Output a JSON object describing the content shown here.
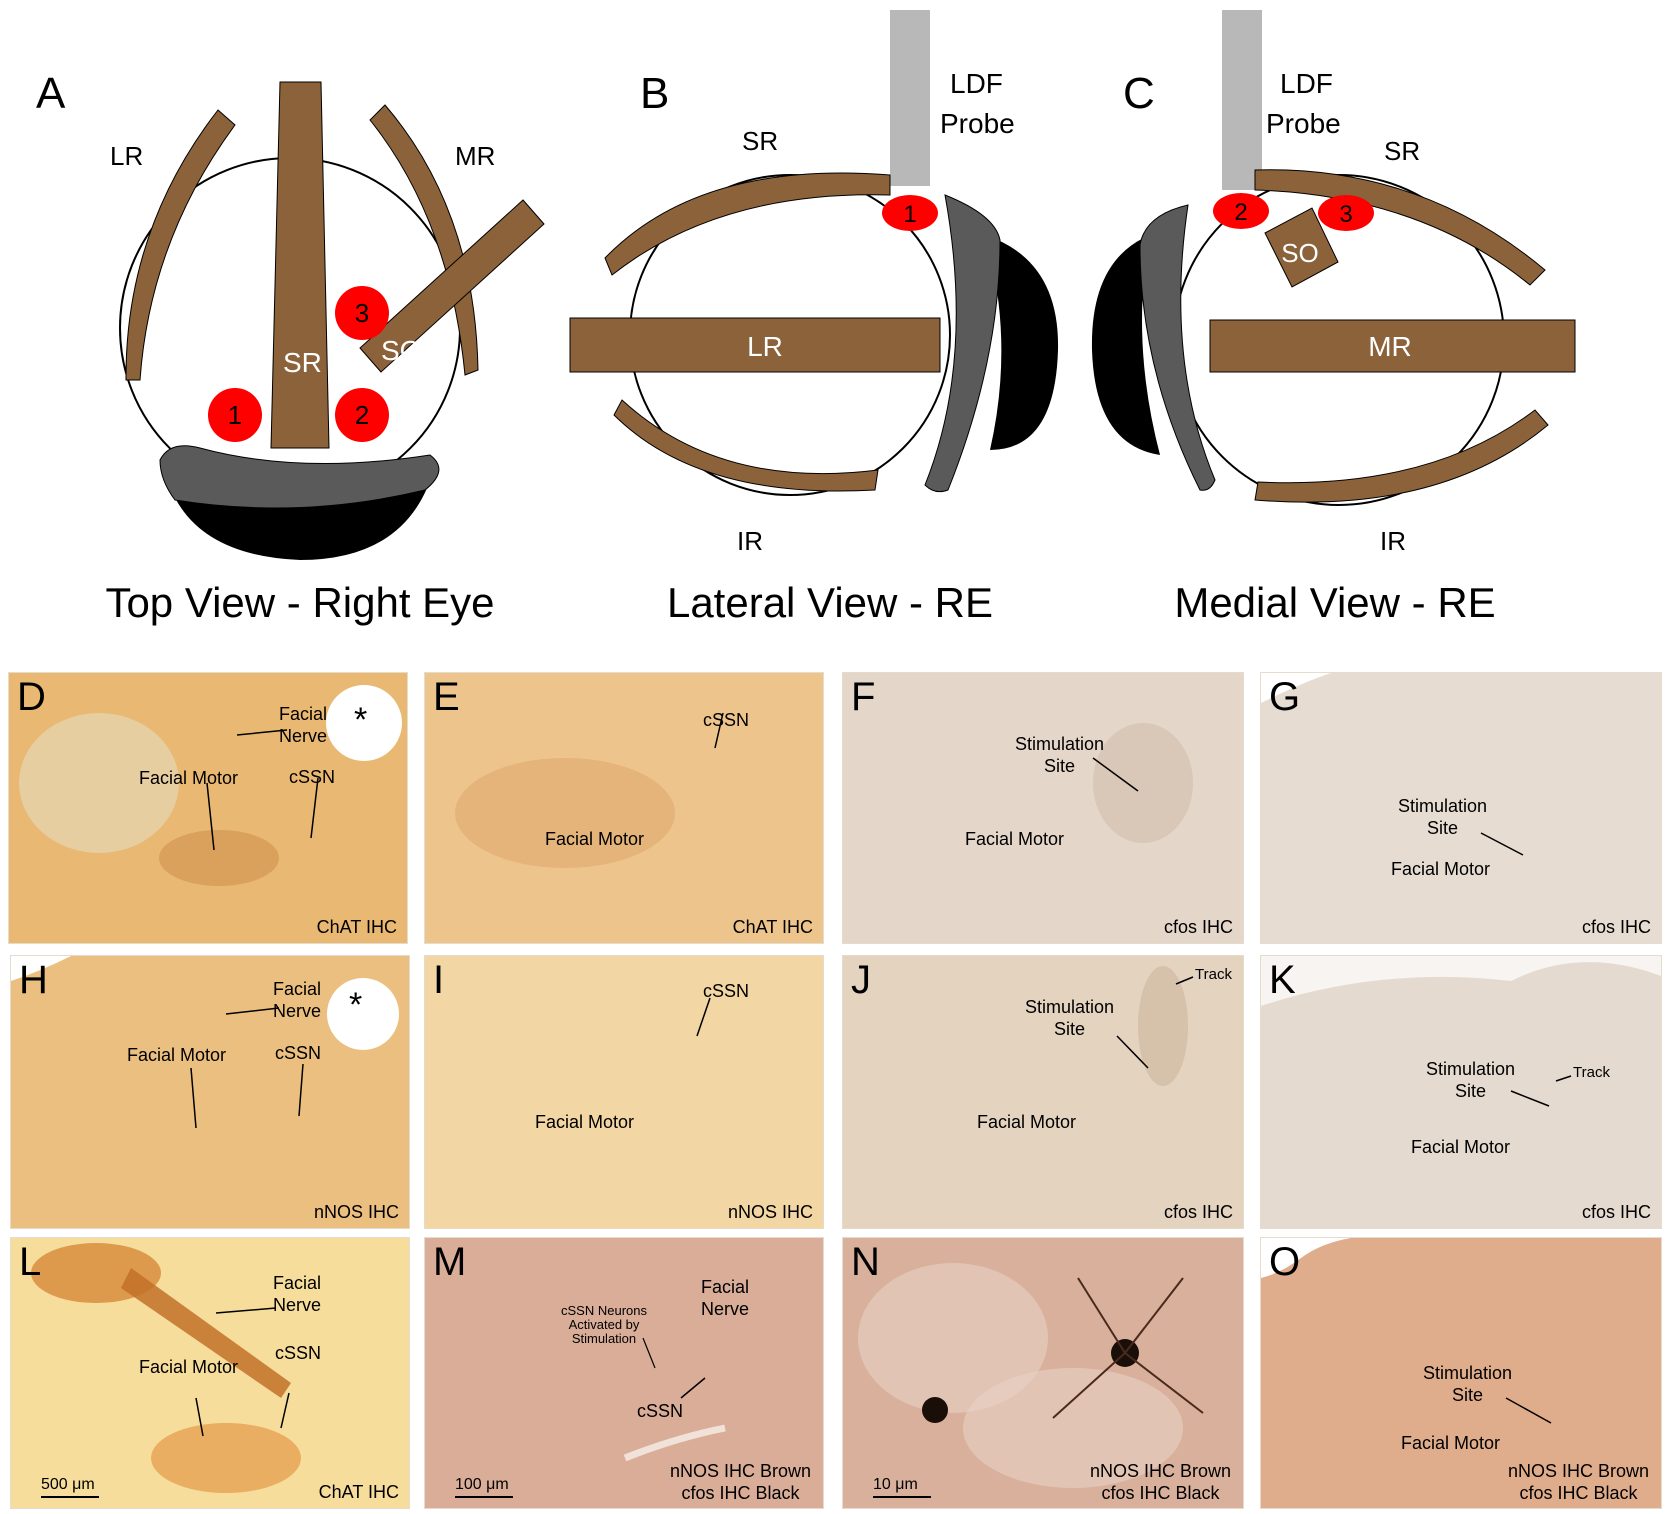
{
  "diagram": {
    "panels": [
      {
        "letter": "A",
        "caption": "Top View - Right Eye",
        "muscles": {
          "lr": "LR",
          "mr": "MR",
          "sr": "SR",
          "so": "SO"
        },
        "sites": [
          "1",
          "2",
          "3"
        ]
      },
      {
        "letter": "B",
        "caption": "Lateral View - RE",
        "muscles": {
          "sr": "SR",
          "lr": "LR",
          "ir": "IR"
        },
        "probe": [
          "LDF",
          "Probe"
        ],
        "sites": [
          "1"
        ]
      },
      {
        "letter": "C",
        "caption": "Medial View - RE",
        "muscles": {
          "sr": "SR",
          "so": "SO",
          "mr": "MR",
          "ir": "IR"
        },
        "probe": [
          "LDF",
          "Probe"
        ],
        "sites": [
          "2",
          "3"
        ]
      }
    ],
    "colors": {
      "muscle": "#8b6239",
      "site": "#ff0000",
      "probe": "#b8b8b8",
      "cornea_gray": "#5a5a5a",
      "cornea_black": "#000000"
    }
  },
  "micrographs": [
    {
      "letter": "D",
      "stain": "ChAT IHC",
      "tone": "#e9b872",
      "labels": {
        "nerve_1": "Facial",
        "nerve_2": "Nerve",
        "motor": "Facial Motor",
        "cssn": "cSSN",
        "star": "*"
      }
    },
    {
      "letter": "E",
      "stain": "ChAT IHC",
      "tone": "#edc58c",
      "labels": {
        "cssn": "cSSN",
        "motor": "Facial Motor"
      }
    },
    {
      "letter": "F",
      "stain": "cfos IHC",
      "tone": "#e4d6c9",
      "labels": {
        "site_1": "Stimulation",
        "site_2": "Site",
        "motor": "Facial Motor"
      }
    },
    {
      "letter": "G",
      "stain": "cfos IHC",
      "tone": "#e6dcd2",
      "labels": {
        "site_1": "Stimulation",
        "site_2": "Site",
        "motor": "Facial Motor"
      }
    },
    {
      "letter": "H",
      "stain": "nNOS IHC",
      "tone": "#ebbf7f",
      "labels": {
        "nerve_1": "Facial",
        "nerve_2": "Nerve",
        "motor": "Facial Motor",
        "cssn": "cSSN",
        "star": "*"
      }
    },
    {
      "letter": "I",
      "stain": "nNOS IHC",
      "tone": "#f2d6a4",
      "labels": {
        "cssn": "cSSN",
        "motor": "Facial Motor"
      }
    },
    {
      "letter": "J",
      "stain": "cfos IHC",
      "tone": "#e3d3bf",
      "labels": {
        "site_1": "Stimulation",
        "site_2": "Site",
        "motor": "Facial Motor",
        "track": "Track"
      }
    },
    {
      "letter": "K",
      "stain": "cfos IHC",
      "tone": "#e5dacf",
      "labels": {
        "site_1": "Stimulation",
        "site_2": "Site",
        "motor": "Facial Motor",
        "track": "Track"
      }
    },
    {
      "letter": "L",
      "stain": "ChAT IHC",
      "tone": "#f7dd9c",
      "scale": "500 μm",
      "labels": {
        "nerve_1": "Facial",
        "nerve_2": "Nerve",
        "motor": "Facial Motor",
        "cssn": "cSSN"
      }
    },
    {
      "letter": "M",
      "stain_1": "nNOS IHC Brown",
      "stain_2": "cfos IHC Black",
      "tone": "#d9ad98",
      "scale": "100 μm",
      "labels": {
        "nerve_1": "Facial",
        "nerve_2": "Nerve",
        "cssn": "cSSN",
        "activated_1": "cSSN Neurons",
        "activated_2": "Activated by",
        "activated_3": "Stimulation"
      }
    },
    {
      "letter": "N",
      "stain_1": "nNOS IHC Brown",
      "stain_2": "cfos IHC Black",
      "tone": "#d8b09c",
      "scale": "10 μm"
    },
    {
      "letter": "O",
      "stain_1": "nNOS IHC Brown",
      "stain_2": "cfos IHC Black",
      "tone": "#e0ad8c",
      "labels": {
        "site_1": "Stimulation",
        "site_2": "Site",
        "motor": "Facial Motor"
      }
    }
  ]
}
